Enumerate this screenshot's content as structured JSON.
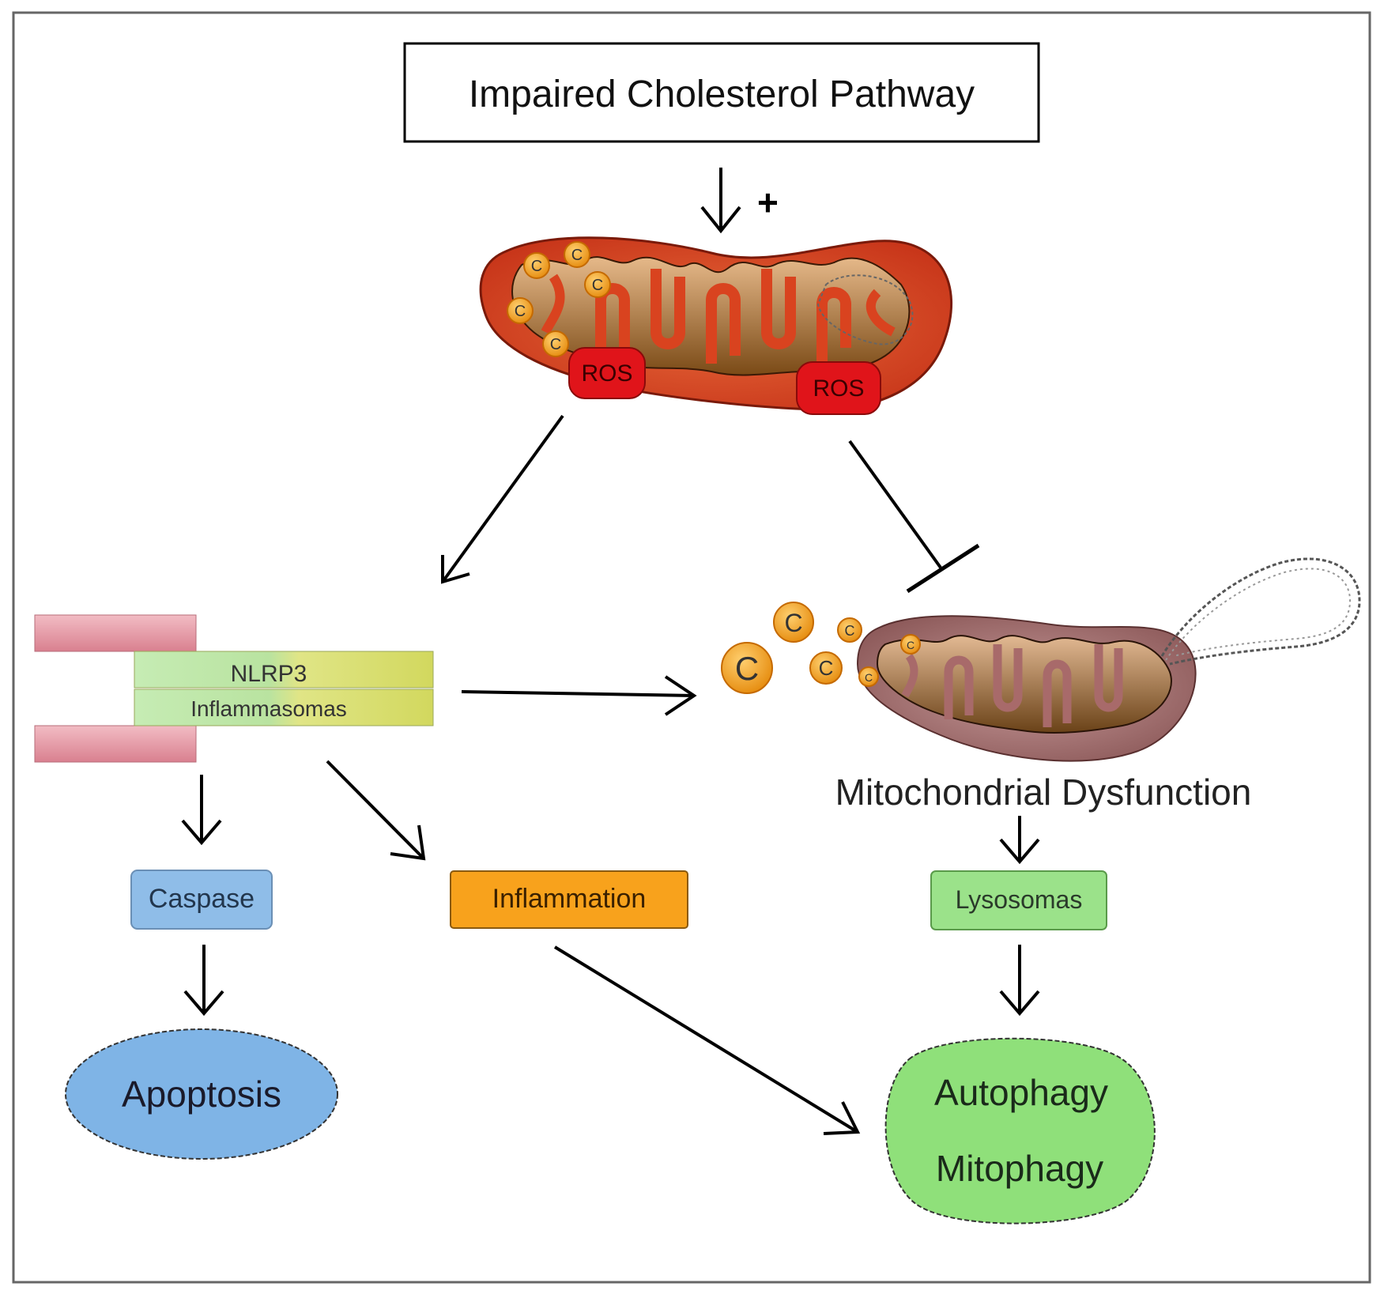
{
  "diagram": {
    "title": "Impaired Cholesterol Pathway",
    "plus_sign": "+",
    "ros_labels": [
      "ROS",
      "ROS"
    ],
    "cholesterol_label": "C",
    "nlrp3_label": "NLRP3",
    "inflammasomes_label": "Inflammasomas",
    "mito_dysfunction_label": "Mitochondrial Dysfunction",
    "caspase_label": "Caspase",
    "inflammation_label": "Inflammation",
    "lysosomes_label": "Lysosomas",
    "apoptosis_label": "Apoptosis",
    "autophagy_label": "Autophagy",
    "mitophagy_label": "Mitophagy"
  },
  "colors": {
    "mito_outer": "#d9431f",
    "mito_matrix": "#c8955a",
    "ros": "#e0141a",
    "cholesterol": "#f5a21a",
    "mito2_outer": "#a86a6a",
    "nlrp3_green": "#b6e3a4",
    "nlrp3_yellow": "#dbe070",
    "nlrp3_pink": "#e8a3ae",
    "caspase": "#8fbde8",
    "inflammation": "#f8a21c",
    "lysosomes": "#9be28a",
    "apoptosis": "#7fb4e6",
    "autophagy": "#8fe07a"
  }
}
